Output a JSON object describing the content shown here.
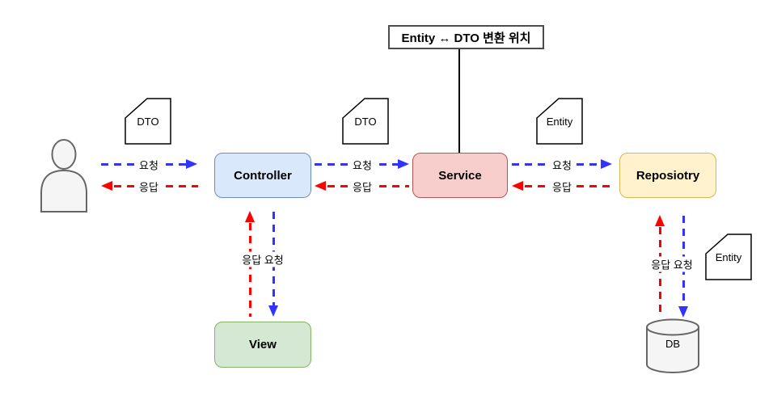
{
  "diagram_title": {
    "label": "Entity ↔ DTO 변환 위치"
  },
  "nodes": {
    "controller": {
      "label": "Controller",
      "fill": "#dae8fc",
      "stroke": "#6c8ebf"
    },
    "service": {
      "label": "Service",
      "fill": "#f8cecc",
      "stroke": "#b85450"
    },
    "repository": {
      "label": "Reposiotry",
      "fill": "#fff2cc",
      "stroke": "#d6b656"
    },
    "view": {
      "label": "View",
      "fill": "#d5e8d4",
      "stroke": "#82b366"
    },
    "db": {
      "label": "DB",
      "fill": "#f5f5f5",
      "stroke": "#666666"
    }
  },
  "documents": {
    "user_controller": {
      "label": "DTO"
    },
    "controller_service": {
      "label": "DTO"
    },
    "service_repository": {
      "label": "Entity"
    },
    "repository_db": {
      "label": "Entity"
    }
  },
  "edges": {
    "request_label": "요청",
    "response_label": "응답",
    "response_request_label": "응답 요청",
    "request_color": "#3333ff",
    "response_color": "#ff0000"
  }
}
